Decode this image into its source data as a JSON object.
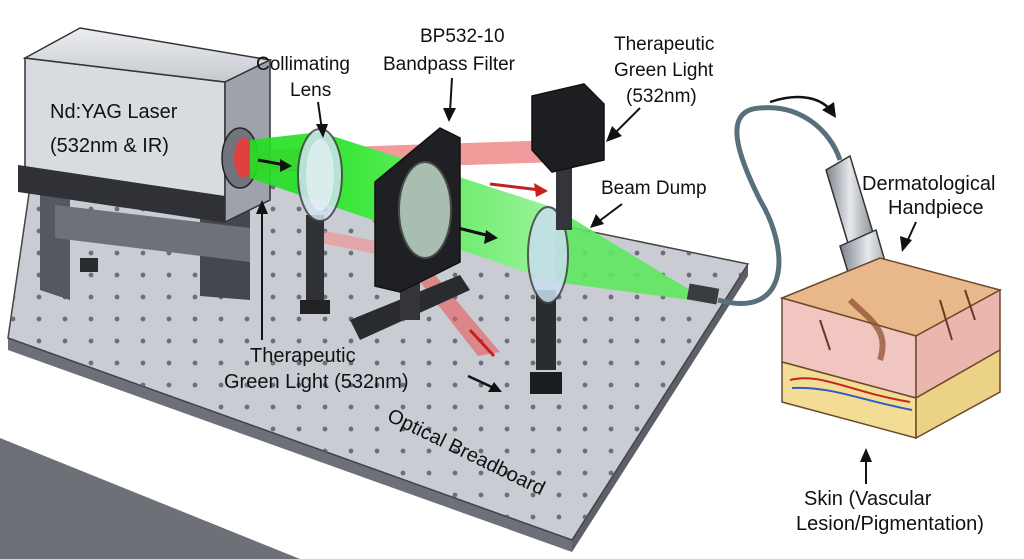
{
  "labels": {
    "laser_line1": "Nd:YAG Laser",
    "laser_line2": "(532nm & IR)",
    "collimating_line1": "Collimating",
    "collimating_line2": "Lens",
    "filter_line1": "BP532-10",
    "filter_line2": "Bandpass Filter",
    "green_top_line1": "Therapeutic",
    "green_top_line2": "Green Light",
    "green_top_line3": "(532nm)",
    "beam_dump": "Beam Dump",
    "handpiece_line1": "Dermatological",
    "handpiece_line2": "Handpiece",
    "green_bottom_line1": "Therapeutic",
    "green_bottom_line2": "Green Light (532nm)",
    "breadboard": "Optical Breadboard",
    "skin_line1": "Skin (Vascular",
    "skin_line2": "Lesion/Pigmentation)"
  },
  "colors": {
    "green_beam": "#22e022",
    "ir_beam": "#e85a5a",
    "breadboard": "#c9ccd3",
    "skin_top": "#e8b88a",
    "dermis": "#f2c6c0",
    "fat": "#f3dd94"
  }
}
